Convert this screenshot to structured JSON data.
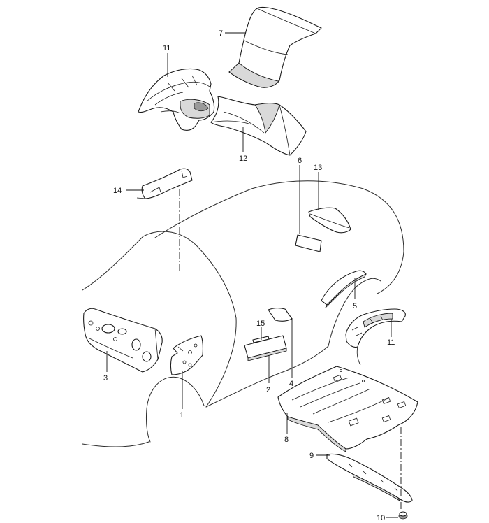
{
  "callouts": {
    "c1": "1",
    "c2": "2",
    "c3": "3",
    "c4": "4",
    "c5": "5",
    "c6": "6",
    "c7": "7",
    "c8": "8",
    "c9": "9",
    "c10": "10",
    "c11a": "11",
    "c11b": "11",
    "c12": "12",
    "c13": "13",
    "c14": "14",
    "c15": "15"
  }
}
